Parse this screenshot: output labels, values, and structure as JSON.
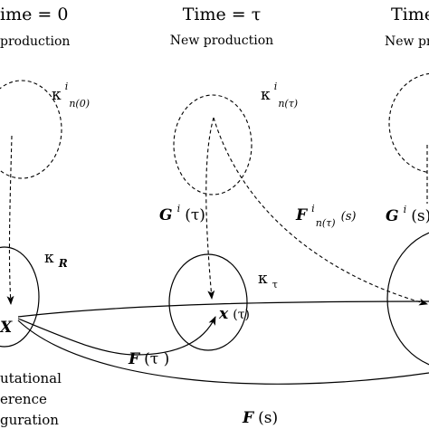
{
  "headers": {
    "time_0": "ime = 0",
    "time_tau": "Time = τ",
    "time_s": "Time"
  },
  "subheaders": {
    "production_0": "production",
    "production_tau": "New production",
    "production_s": "New pr"
  },
  "kappa_n0": {
    "base": "κ",
    "sup": "i",
    "sub": "n(0)"
  },
  "kappa_ntau": {
    "base": "κ",
    "sup": "i",
    "sub": "n(τ)"
  },
  "kappa_R": {
    "base": "κ",
    "sub": "R"
  },
  "kappa_tau": {
    "base": "κ",
    "sub": "τ"
  },
  "G_tau": {
    "base": "G",
    "sup": "i",
    "arg": "(τ)"
  },
  "G_s": {
    "base": "G",
    "sup": "i",
    "arg": "(s)"
  },
  "F_n": {
    "base": "F",
    "sup": "i",
    "sub": "n(τ)",
    "arg": "(s)"
  },
  "X_label": "X",
  "x_tau": {
    "base": "x",
    "arg": "(τ)"
  },
  "F_tau": {
    "base": "F",
    "arg": "(τ )"
  },
  "F_s": {
    "base": "F",
    "arg": "(s)"
  },
  "ref_config": [
    "utational",
    "erence",
    "guration"
  ]
}
